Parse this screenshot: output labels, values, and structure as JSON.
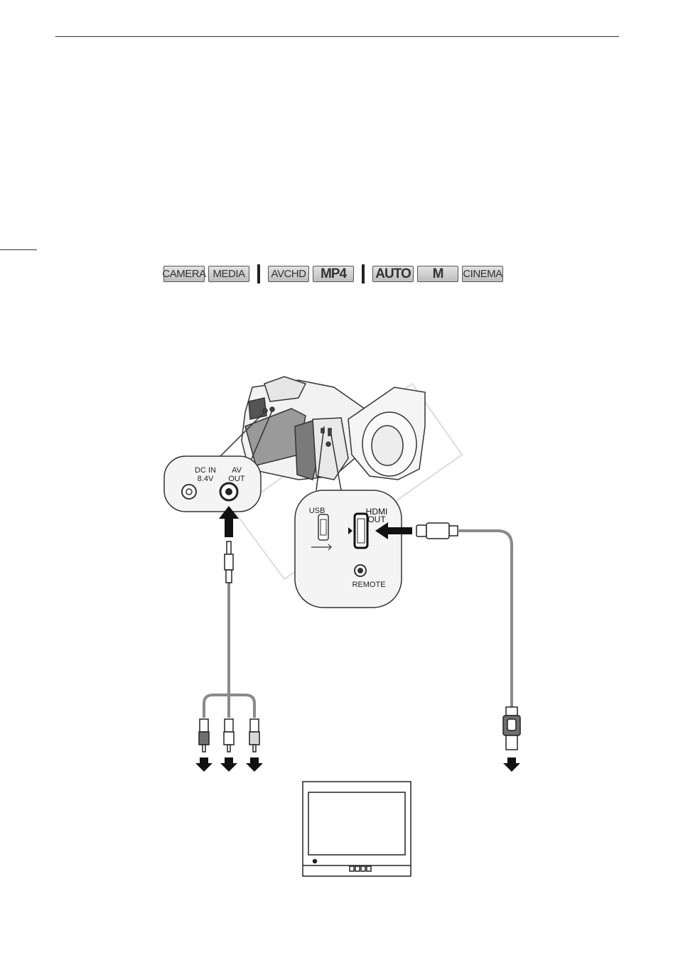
{
  "mode_icons": {
    "group1": [
      "CAMERA",
      "MEDIA"
    ],
    "group2": [
      "AVCHD",
      "MP4"
    ],
    "group3": [
      "AUTO",
      "M",
      "CINEMA"
    ]
  },
  "callout_left": {
    "dc_in_line1": "DC IN",
    "dc_in_line2": "8.4V",
    "av_line1": "AV",
    "av_line2": "OUT"
  },
  "callout_right": {
    "usb": "USB",
    "hdmi_line1": "HDMI",
    "hdmi_line2": "OUT",
    "remote": "REMOTE"
  }
}
